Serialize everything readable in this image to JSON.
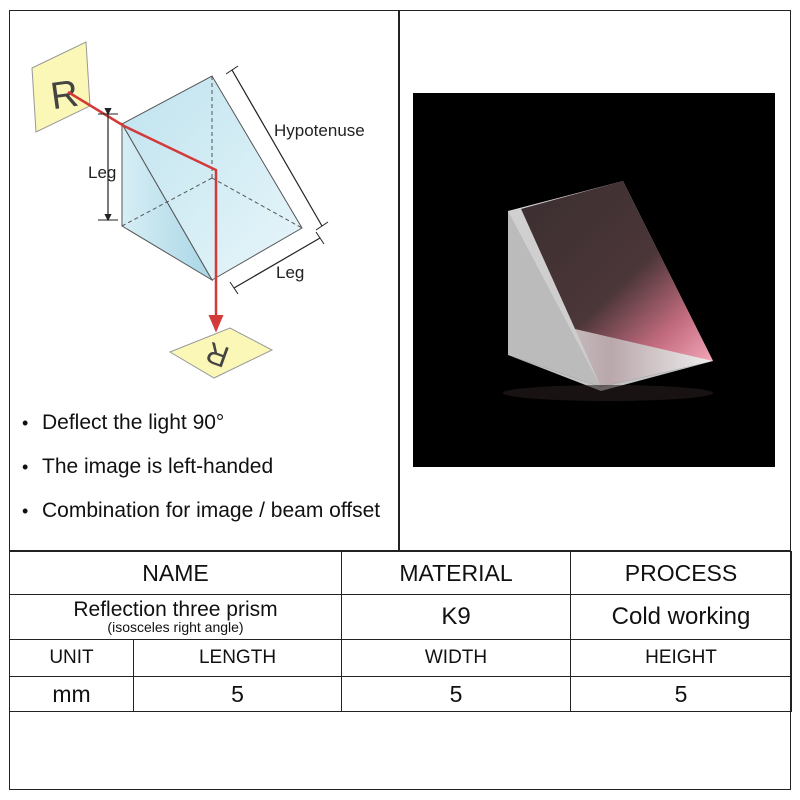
{
  "diagram": {
    "label_hypotenuse": "Hypotenuse",
    "label_leg_left": "Leg",
    "label_leg_bottom": "Leg",
    "marker_top": "R",
    "marker_bottom": "R",
    "colors": {
      "ray": "#d33a3a",
      "marker_fill": "#fbf7b6",
      "prism_fill": "#cfe9f2"
    }
  },
  "features": [
    "Deflect the light 90°",
    "The image is left-handed",
    "Combination for image / beam offset"
  ],
  "table": {
    "headers": {
      "name": "NAME",
      "material": "MATERIAL",
      "process": "PROCESS"
    },
    "name_main": "Reflection three prism",
    "name_sub": "(isosceles right angle)",
    "material": "K9",
    "process": "Cold working",
    "dim_headers": {
      "unit": "UNIT",
      "length": "LENGTH",
      "width": "WIDTH",
      "height": "HEIGHT"
    },
    "dims": {
      "unit": "mm",
      "length": "5",
      "width": "5",
      "height": "5"
    }
  }
}
